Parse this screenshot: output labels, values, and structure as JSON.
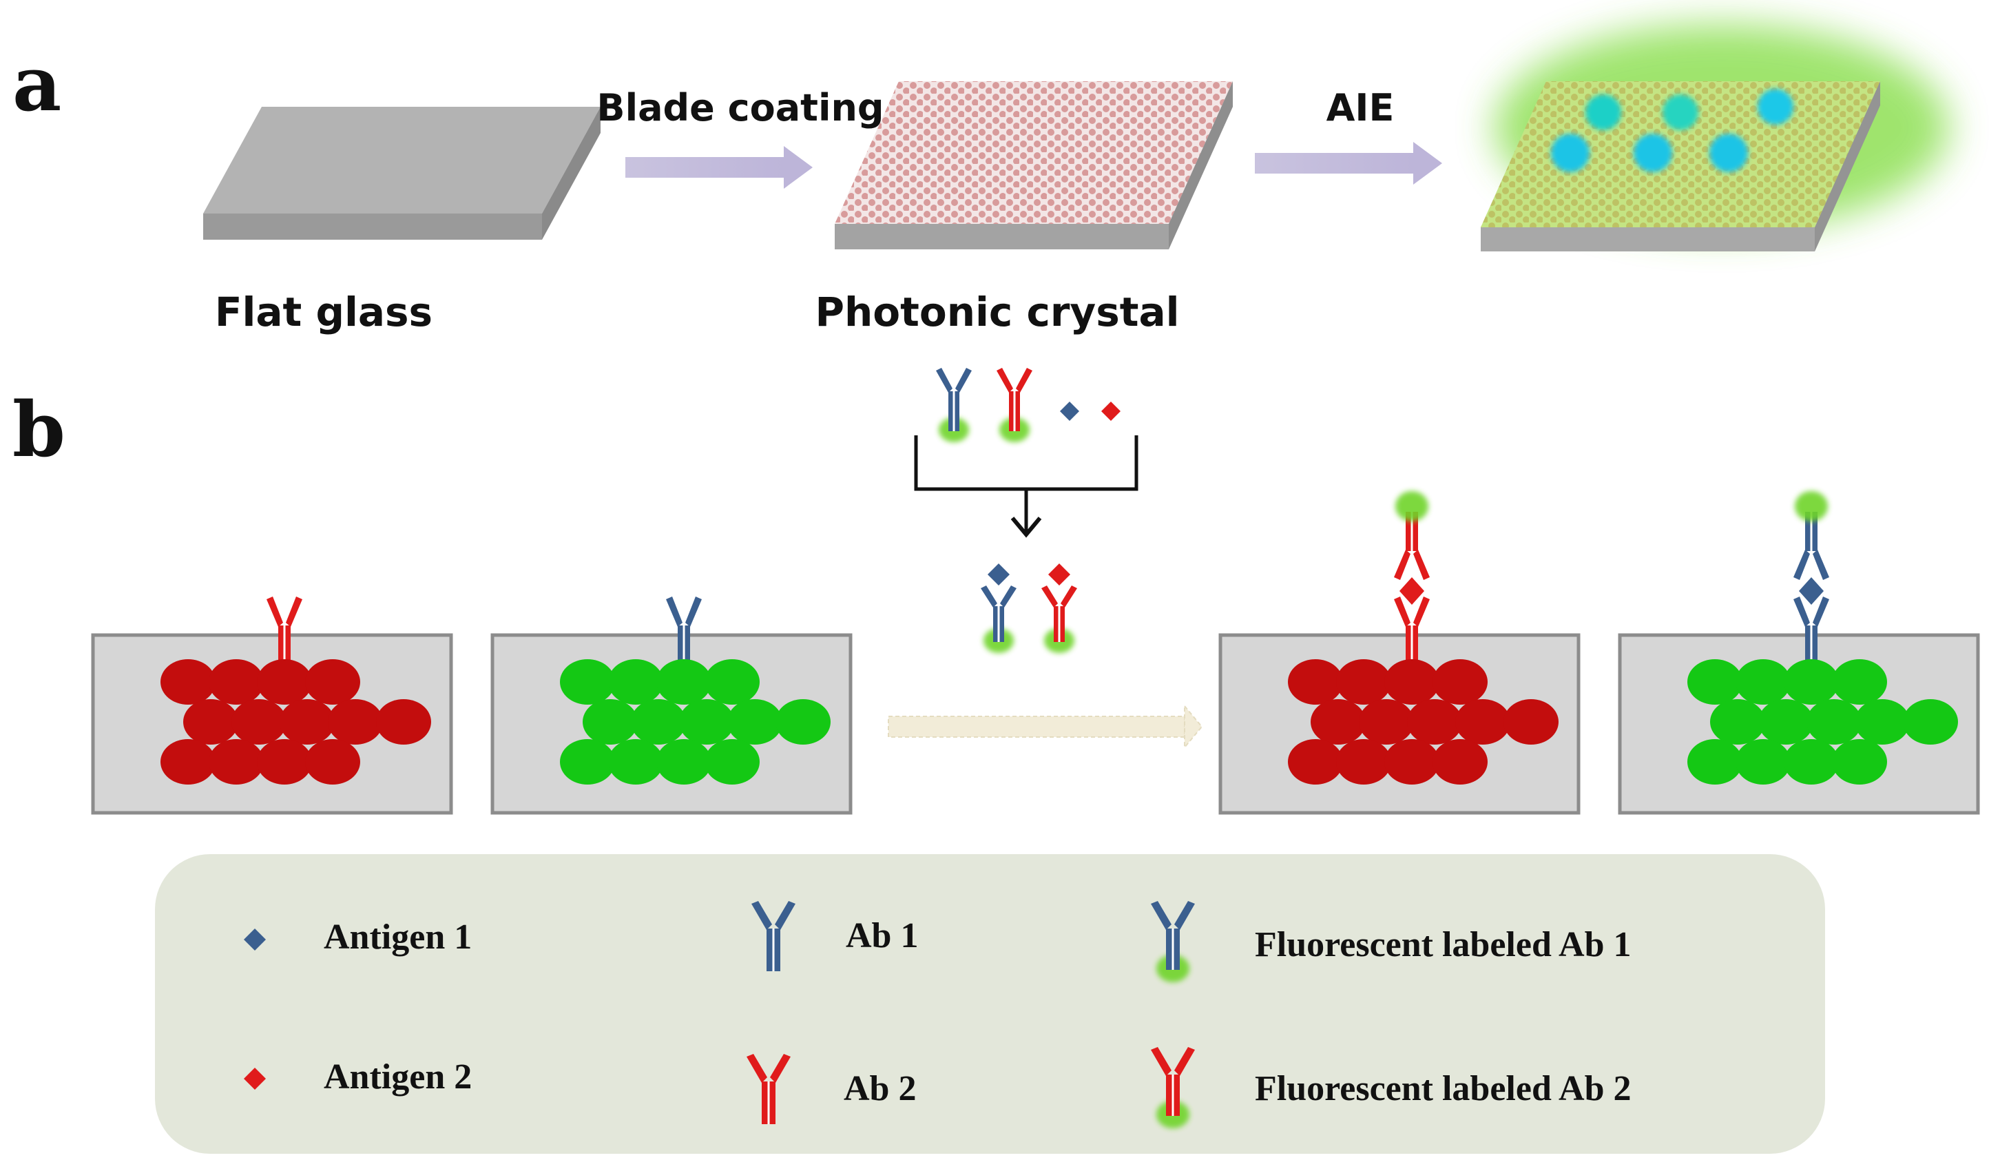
{
  "panels": {
    "a": {
      "letter": "a",
      "steps": [
        {
          "label": "Flat glass"
        },
        {
          "label": "Photonic crystal"
        },
        {
          "label": ""
        }
      ],
      "arrows": [
        {
          "label": "Blade coating"
        },
        {
          "label": "AIE"
        }
      ]
    },
    "b": {
      "letter": "b"
    }
  },
  "legend": {
    "items": [
      {
        "label": "Antigen 1",
        "icon": "antigen-1-icon"
      },
      {
        "label": "Antigen 2",
        "icon": "antigen-2-icon"
      },
      {
        "label": "Ab 1",
        "icon": "ab1-icon"
      },
      {
        "label": "Ab 2",
        "icon": "ab2-icon"
      },
      {
        "label": "Fluorescent labeled Ab 1",
        "icon": "fluor-ab1-icon"
      },
      {
        "label": "Fluorescent labeled Ab 2",
        "icon": "fluor-ab2-icon"
      }
    ]
  },
  "colors": {
    "blue_ab": "#3b5f8f",
    "red_ab": "#e01b1b",
    "green_glow": "#6fd42a",
    "red_sphere": "#c30d0d",
    "green_sphere": "#14c814",
    "slide_fill": "#d6d6d6",
    "slide_border": "#8c8c8c",
    "legend_bg": "#e3e7da",
    "arrow_fill": "#c9c3df",
    "dashed_arrow": "#efe9d4",
    "cyan_dot": "#1fc4e6"
  }
}
